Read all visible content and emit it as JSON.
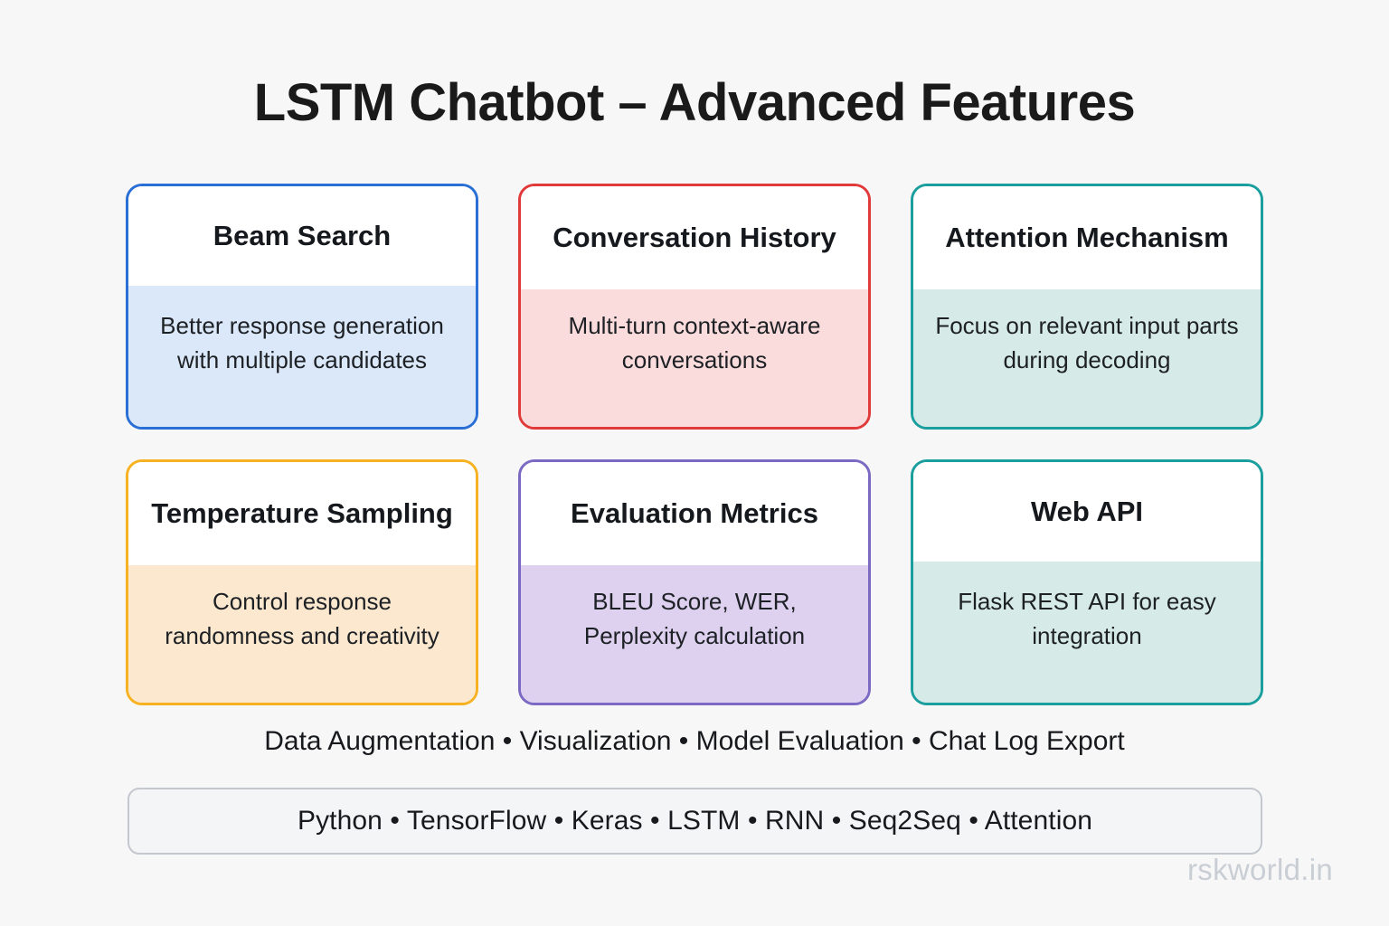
{
  "background_color": "#f7f7f7",
  "title": "LSTM Chatbot – Advanced Features",
  "cards": [
    {
      "name": "beam-search",
      "title": "Beam Search",
      "description": "Better response generation with multiple candidates",
      "border_color": "#2a6fd6",
      "body_color": "#dbe8f9",
      "title_lines": 1
    },
    {
      "name": "conversation-history",
      "title": "Conversation History",
      "description": "Multi-turn context-aware conversations",
      "border_color": "#e03a3a",
      "body_color": "#fadcdc",
      "title_lines": 2
    },
    {
      "name": "attention-mechanism",
      "title": "Attention Mechanism",
      "description": "Focus on relevant input parts during decoding",
      "border_color": "#1a9e9e",
      "body_color": "#d6eae7",
      "title_lines": 2
    },
    {
      "name": "temperature-sampling",
      "title": "Temperature Sampling",
      "description": "Control response randomness and creativity",
      "border_color": "#f6b222",
      "body_color": "#fbe8cf",
      "title_lines": 2
    },
    {
      "name": "evaluation-metrics",
      "title": "Evaluation Metrics",
      "description": "BLEU Score, WER, Perplexity calculation",
      "border_color": "#7c69c3",
      "body_color": "#ddd1ef",
      "title_lines": 2
    },
    {
      "name": "web-api",
      "title": "Web API",
      "description": "Flask REST API for easy integration",
      "border_color": "#1a9e9e",
      "body_color": "#d6eae7",
      "title_lines": 1
    }
  ],
  "feature_line": {
    "items": [
      "Data Augmentation",
      "Visualization",
      "Model Evaluation",
      "Chat Log Export"
    ],
    "separator": "•",
    "text": "Data Augmentation • Visualization • Model Evaluation • Chat Log Export"
  },
  "tech_stack": {
    "items": [
      "Python",
      "TensorFlow",
      "Keras",
      "LSTM",
      "RNN",
      "Seq2Seq",
      "Attention"
    ],
    "separator": "•",
    "text": "Python • TensorFlow • Keras • LSTM • RNN • Seq2Seq • Attention",
    "border_color": "#c3c8cf"
  },
  "watermark": {
    "text": "rskworld.in",
    "color": "#c9ced5"
  }
}
